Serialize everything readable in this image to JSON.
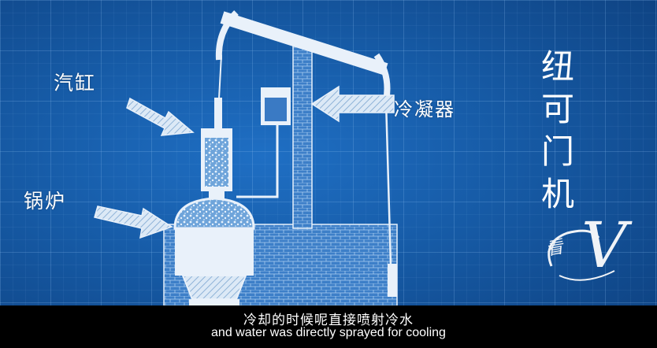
{
  "labels": {
    "cylinder": "汽缸",
    "boiler": "锅炉",
    "condenser": "冷凝器"
  },
  "title_vertical": "纽可门机",
  "logo": {
    "text": "看",
    "letter": "V"
  },
  "subtitle": {
    "zh": "冷却的时候呢直接喷射冷水",
    "en": "and water was directly sprayed for cooling"
  },
  "colors": {
    "background": "#165aa5",
    "line": "#ffffff",
    "subtitle_bar": "#000000"
  }
}
